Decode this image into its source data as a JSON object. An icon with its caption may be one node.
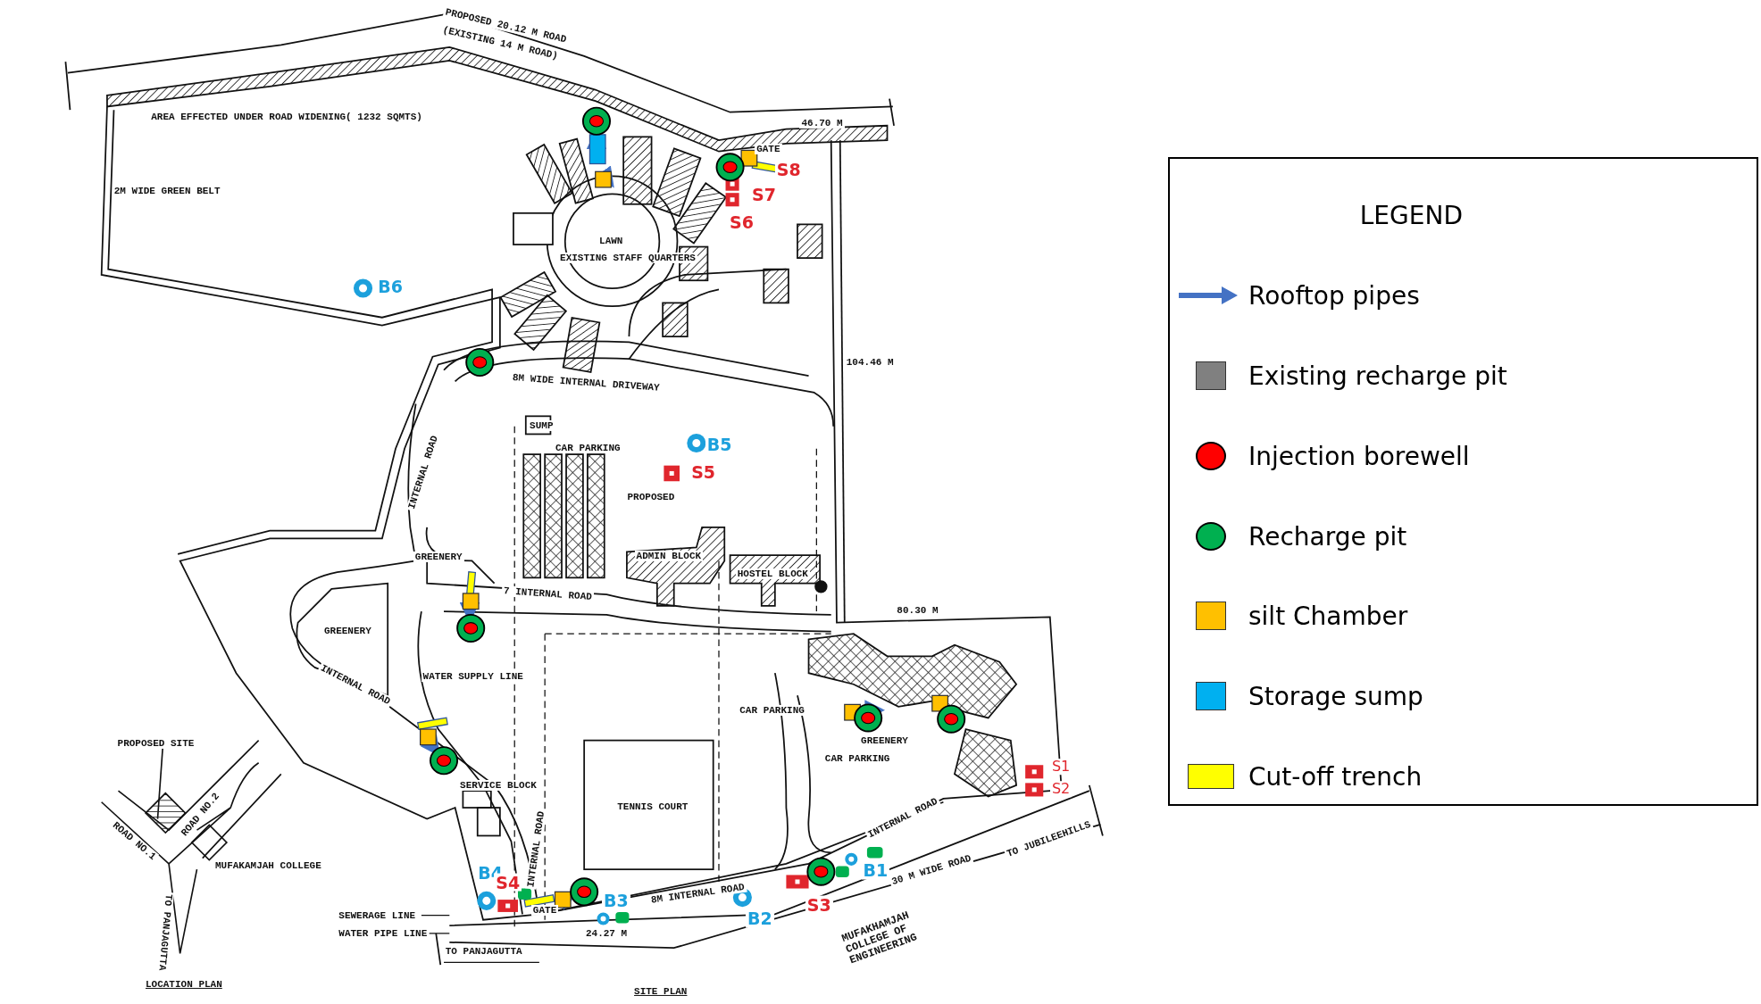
{
  "diagram": {
    "labels": [
      "PROPOSED 20.12 M ROAD",
      "(EXISTING 14 M ROAD)",
      "AREA EFFECTED UNDER ROAD WIDENING( 1232 SQMTS)",
      "GATE",
      "46.70 M",
      "S8",
      "2M WIDE GREEN BELT",
      "S7",
      "S6",
      "LAWN",
      "EXISTING STAFF QUARTERS",
      "B6",
      "104.46 M",
      "8M WIDE INTERNAL DRIVEWAY",
      "SUMP",
      "B5",
      "CAR PARKING",
      "S5",
      "INTERNAL ROAD",
      "PROPOSED",
      "ADMIN BLOCK",
      "GREENERY",
      "HOSTEL BLOCK",
      "7 INTERNAL ROAD",
      "80.30 M",
      "GREENERY",
      "INTERNAL ROAD",
      "WATER SUPPLY LINE",
      "CAR PARKING",
      "GREENERY",
      "PROPOSED SITE",
      "CAR PARKING",
      "S1",
      "S2",
      "TENNIS COURT",
      "SERVICE BLOCK",
      "ROAD NO.1",
      "ROAD NO.2",
      "INTERNAL ROAD",
      "TO JUBILEEHILLS",
      "30 M WIDE ROAD",
      "MUFAKAMJAH COLLEGE",
      "INTERNAL ROAD",
      "B1",
      "B4",
      "S4",
      "B3",
      "S3",
      "8M INTERNAL ROAD",
      "B2",
      "SEWERAGE LINE",
      "GATE",
      "24.27 M",
      "WATER PIPE LINE",
      "MUFAKHAMJAH COLLEGE OF ENGINEERING",
      "TO PANJAGUTTA",
      "TO PANJAGUTTA",
      "LOCATION PLAN",
      "SITE PLAN",
      "LEGEND"
    ],
    "legend": [
      {
        "text": "Rooftop pipes"
      },
      {
        "text": "Existing recharge pit",
        "color": "#808080"
      },
      {
        "text": "Injection borewell",
        "color": "#ff0000"
      },
      {
        "text": "Recharge pit",
        "color": "#00b050"
      },
      {
        "text": "silt Chamber",
        "color": "#ffc000"
      },
      {
        "text": "Storage sump",
        "color": "#00b0f0"
      },
      {
        "text": "Cut-off trench",
        "color": "#ffff00"
      }
    ]
  }
}
